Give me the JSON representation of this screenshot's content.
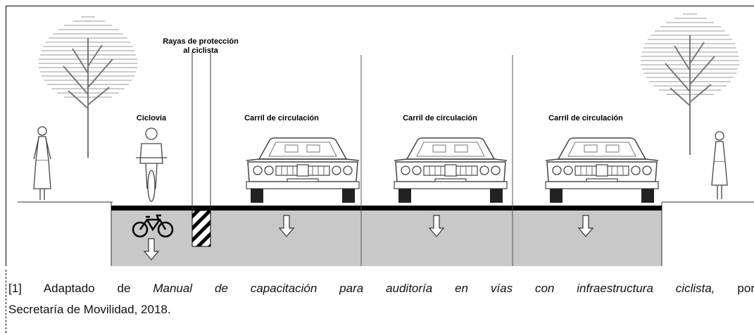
{
  "diagram": {
    "labels": {
      "protection": [
        "Rayas de protección",
        "al ciclista"
      ],
      "cycleway": "Ciclovía",
      "lane1": "Carril de circulación",
      "lane2": "Carril de circulación",
      "lane3": "Carril de circulación"
    },
    "colors": {
      "road": "#c8c8c8",
      "asphalt_edge": "#000000",
      "line": "#333333",
      "tree": "#888888"
    },
    "icons": [
      "bicycle-icon",
      "down-arrow-icon",
      "car-icon",
      "tree-icon",
      "pedestrian-icon",
      "cyclist-icon"
    ]
  },
  "caption": {
    "ref": "[1] Adaptado de ",
    "title": "Manual de capacitación para auditoría en vías con infraestructura ciclista,",
    "by": " por",
    "line2": "Secretaría de Movilidad, 2018."
  }
}
